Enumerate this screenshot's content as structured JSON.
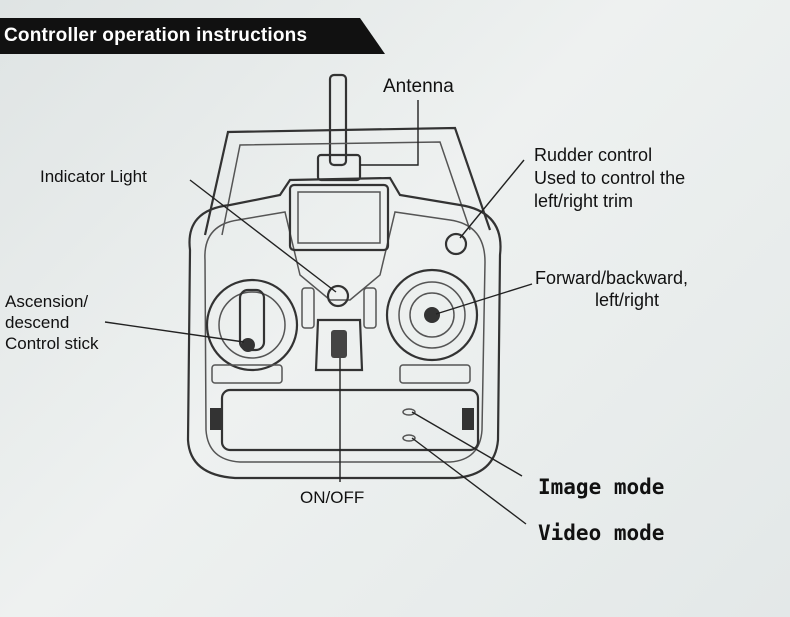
{
  "header": {
    "title": "Controller operation instructions"
  },
  "labels": {
    "antenna": "Antenna",
    "indicator_light": "Indicator Light",
    "rudder": [
      "Rudder control",
      "Used to control the",
      "left/right trim"
    ],
    "forward": [
      "Forward/backward,",
      "left/right"
    ],
    "ascension": [
      "Ascension/",
      "descend",
      "Control stick"
    ],
    "on_off": "ON/OFF",
    "image_mode": "Image mode",
    "video_mode": "Video mode"
  }
}
